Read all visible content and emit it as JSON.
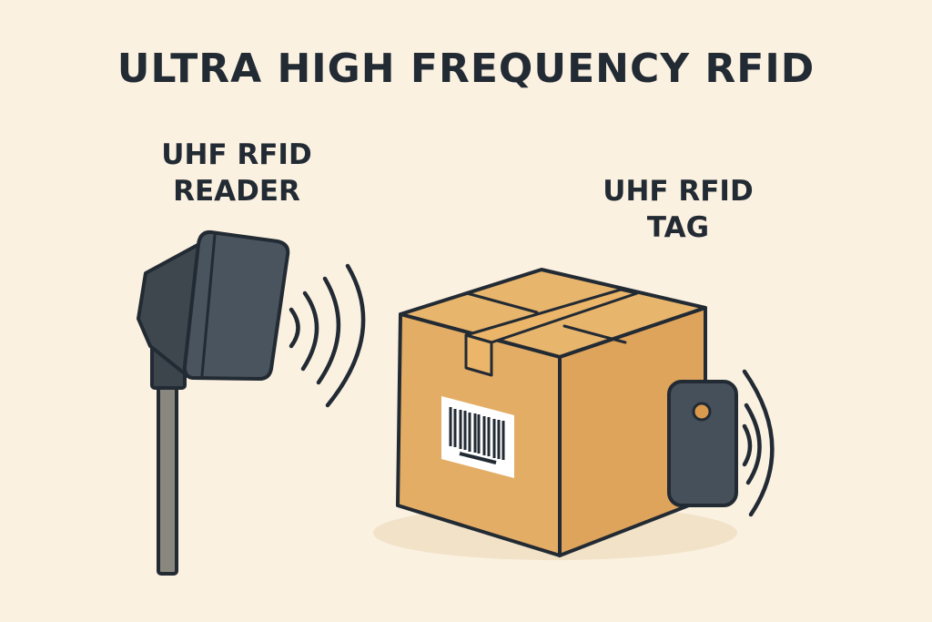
{
  "title": "ULTRA HIGH FREQUENCY RFID",
  "reader": {
    "line1": "UHF RFID",
    "line2": "READER"
  },
  "tag": {
    "line1": "UHF RFID",
    "line2": "TAG"
  },
  "colors": {
    "background": "#fbf1e1",
    "outline": "#222a33",
    "device": "#46505a",
    "box": "#e4ad66",
    "tag_dot": "#d99a4e"
  }
}
